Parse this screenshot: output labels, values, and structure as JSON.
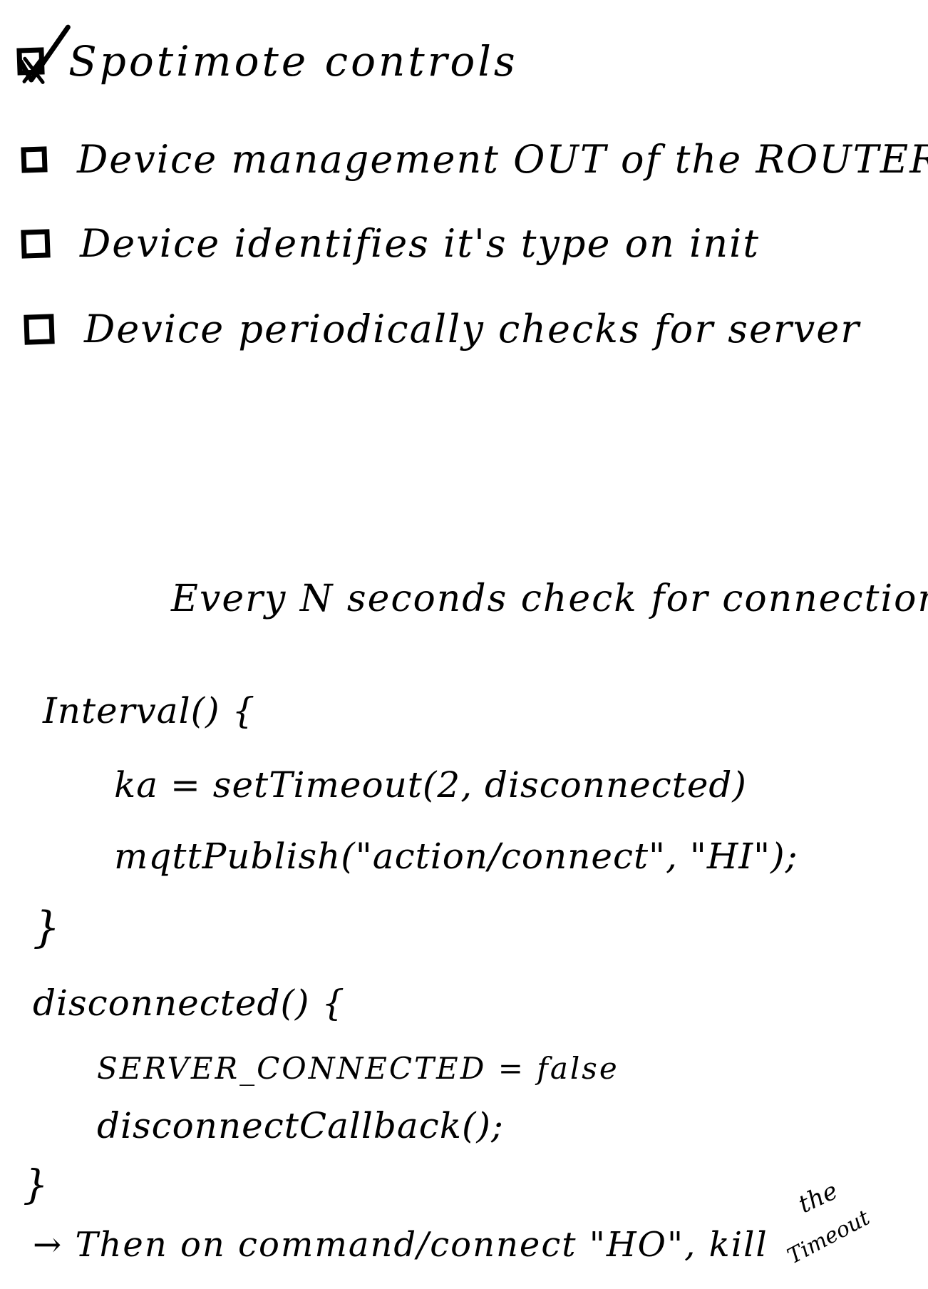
{
  "checklist": [
    {
      "label": "Spotimote controls",
      "checked": true
    },
    {
      "label": "Device management OUT of the ROUTER",
      "checked": false
    },
    {
      "label": "Device identifies it's type on init",
      "checked": false
    },
    {
      "label": "Device periodically checks for server",
      "checked": false
    }
  ],
  "note_heading": "Every N seconds check for connection",
  "code_lines": {
    "interval_open": "Interval() {",
    "ka_line": "ka = setTimeout(2, disconnected)",
    "publish_line": "mqttPublish(\"action/connect\", \"HI\");",
    "interval_close": "}",
    "disconnected_open": "disconnected() {",
    "server_line": "SERVER_CONNECTED = false",
    "callback_line": "disconnectCallback();",
    "disconnected_close": "}"
  },
  "footer": {
    "main": "→ Then on command/connect \"HO\", kill",
    "the": "the",
    "timeout": "Timeout"
  }
}
